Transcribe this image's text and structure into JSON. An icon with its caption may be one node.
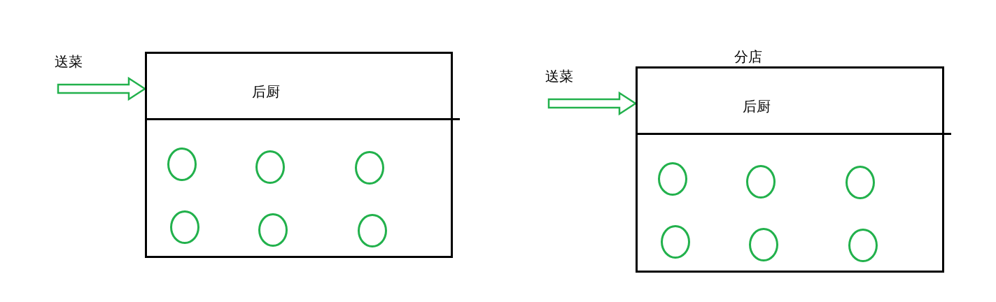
{
  "diagram": {
    "nodes": [
      {
        "text": [],
        "shape": "box"
      },
      {
        "text": [
          "后厨"
        ],
        "in": 0
      },
      {
        "text": [],
        "shape": "circle",
        "in": 0
      },
      {
        "text": [],
        "shape": "circle",
        "in": 0
      },
      {
        "text": [],
        "shape": "circle",
        "in": 0
      },
      {
        "text": [],
        "shape": "circle",
        "in": 0
      },
      {
        "text": [],
        "shape": "circle",
        "in": 0
      },
      {
        "text": [],
        "shape": "circle",
        "in": 0
      },
      {
        "text": [
          "分店"
        ]
      },
      {
        "text": [
          "后厨"
        ],
        "in": 8
      },
      {
        "text": [],
        "shape": "circle",
        "in": 8
      },
      {
        "text": [],
        "shape": "circle",
        "in": 8
      },
      {
        "text": [],
        "shape": "circle",
        "in": 8
      },
      {
        "text": [],
        "shape": "circle",
        "in": 8
      },
      {
        "text": [],
        "shape": "circle",
        "in": 8
      },
      {
        "text": [],
        "shape": "circle",
        "in": 8
      }
    ],
    "edges": [
      {
        "from": null,
        "to": 0,
        "arrow": "to",
        "label": "送菜"
      },
      {
        "from": null,
        "to": 8,
        "arrow": "to",
        "label": "送菜"
      }
    ]
  }
}
